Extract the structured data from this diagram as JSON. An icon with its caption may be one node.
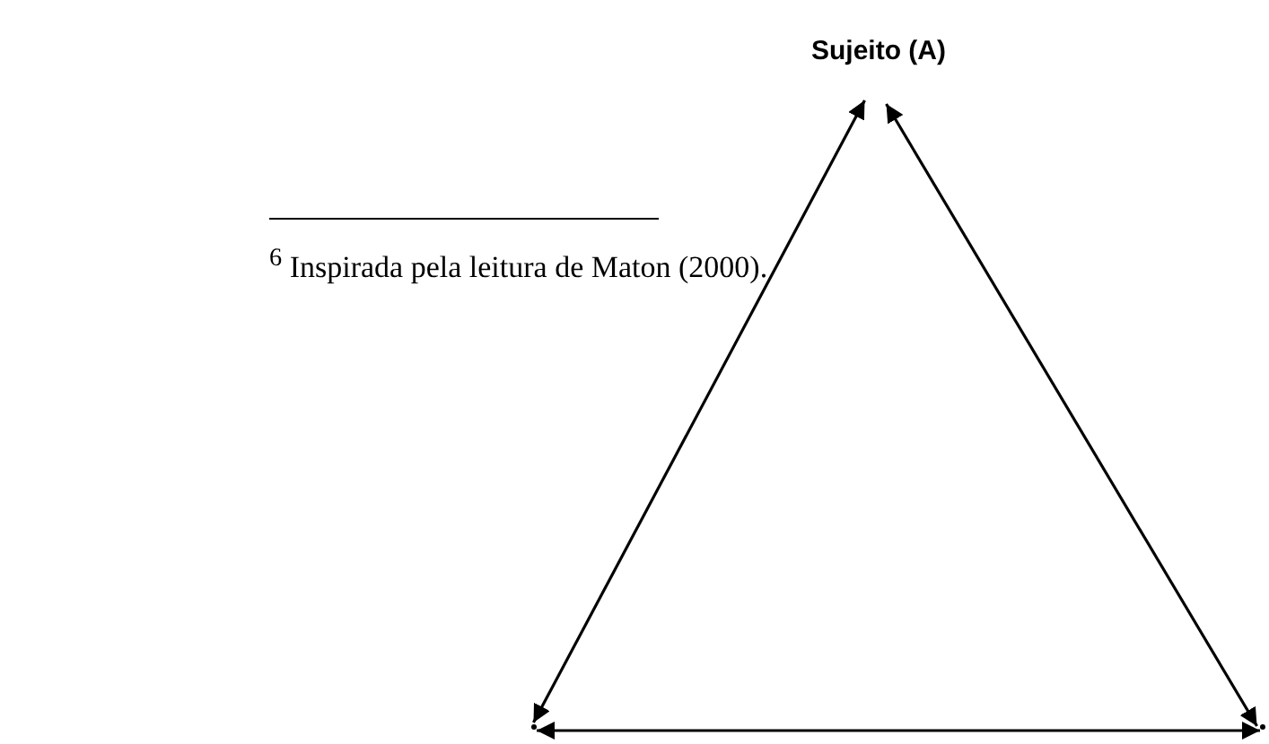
{
  "diagram": {
    "nodes": [
      {
        "text": [
          "Sujeito (A)"
        ]
      },
      {
        "text": [],
        "shape": "point"
      },
      {
        "text": [],
        "shape": "point"
      }
    ],
    "edges": [
      {
        "from": 0,
        "to": 1,
        "arrow": "both"
      },
      {
        "from": 0,
        "to": 2,
        "arrow": "both"
      },
      {
        "from": 1,
        "to": 2,
        "arrow": "both"
      }
    ],
    "labels": [
      "$^{6}$ Inspirada pela leitura de Maton (2000)."
    ]
  }
}
